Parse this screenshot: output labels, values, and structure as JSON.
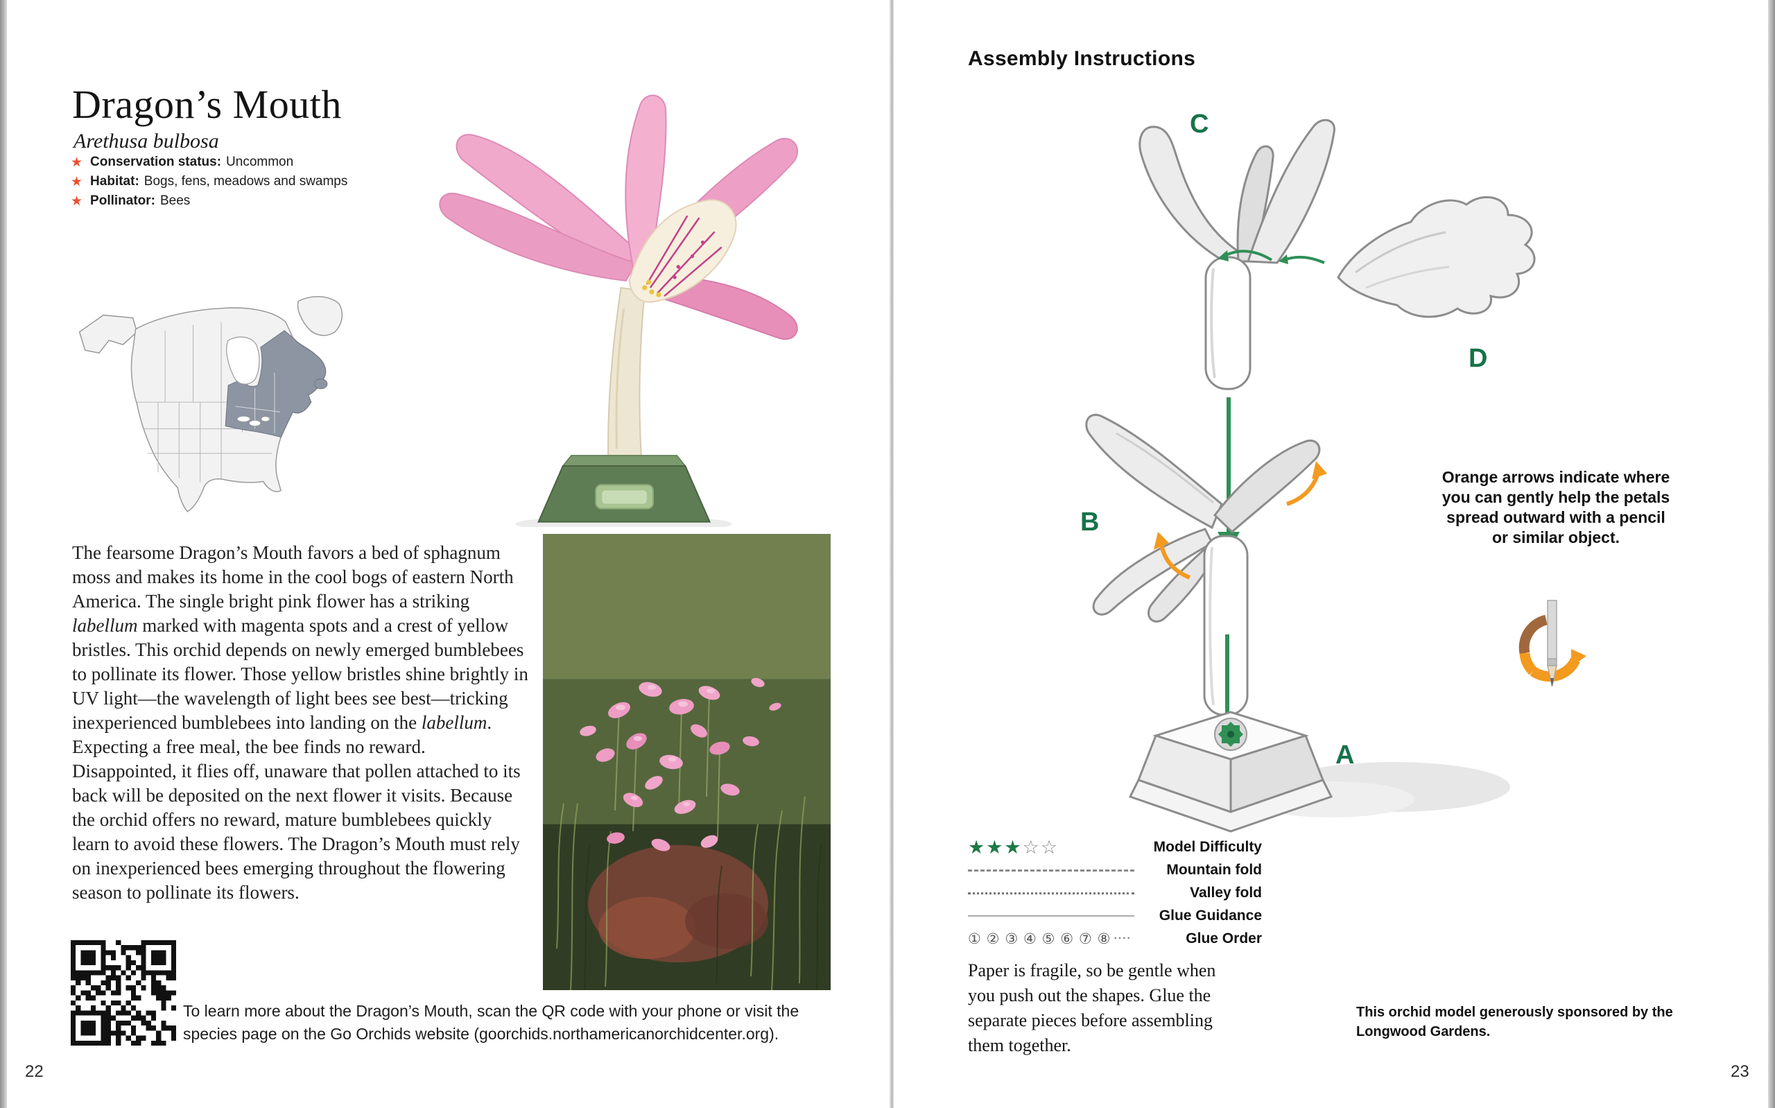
{
  "left_page": {
    "page_number": "22",
    "title": "Dragon’s Mouth",
    "subtitle": "Arethusa bulbosa",
    "star_icon": "★",
    "facts": [
      {
        "label": "Conservation status:",
        "value": "Uncommon"
      },
      {
        "label": "Habitat:",
        "value": "Bogs, fens, meadows and swamps"
      },
      {
        "label": "Pollinator:",
        "value": "Bees"
      }
    ],
    "body": {
      "p1": "The fearsome Dragon’s Mouth favors a bed of sphagnum moss and makes its home in the cool bogs of eastern North America. The single bright pink flower has a striking ",
      "i1": "labellum",
      "p2": " marked with magenta spots and a crest of yellow bristles. This orchid depends on newly emerged bumblebees to pollinate its flower. Those yellow bristles shine brightly in UV light—the wavelength of light bees see best—tricking inexperienced bumblebees into landing on the ",
      "i2": "labellum",
      "p3": ". Expecting a free meal, the bee finds no reward. Disappointed, it flies off, unaware that pollen attached to its back will be deposited on the next flower it visits. Because the orchid offers no reward, mature bumblebees quickly learn to avoid these flowers. The Dragon’s Mouth must rely on inexperienced bees emerging throughout the flowering season to pollinate its flowers."
    },
    "qr_caption": "To learn more about the Dragon’s Mouth, scan the QR code with your phone or visit the species page on the Go Orchids website (goorchids.northamericanorchidcenter.org)."
  },
  "right_page": {
    "page_number": "23",
    "heading": "Assembly Instructions",
    "parts": [
      "A",
      "B",
      "C",
      "D"
    ],
    "orange_note": "Orange arrows indicate where you can gently help the petals spread outward with a pencil or similar object.",
    "legend": {
      "difficulty": {
        "label": "Model Difficulty",
        "stars_filled": "★★★",
        "stars_empty": "☆☆"
      },
      "mountain": {
        "label": "Mountain fold"
      },
      "valley": {
        "label": "Valley fold"
      },
      "glue_guidance": {
        "label": "Glue Guidance"
      },
      "glue_order": {
        "label": "Glue Order",
        "symbols": "① ② ③ ④ ⑤ ⑥ ⑦ ⑧",
        "trail": "····"
      }
    },
    "fragile_note": "Paper is fragile, so be gentle when you push out the shapes. Glue the separate pieces before assembling them together.",
    "sponsor_note": "This orchid model generously sponsored by the Longwood Gardens."
  },
  "colors": {
    "green": "#1f7a47",
    "arrow_green": "#2f8f55",
    "orange": "#f39a1f",
    "star_orange": "#e8512c",
    "map_shade": "#8d95a3"
  }
}
